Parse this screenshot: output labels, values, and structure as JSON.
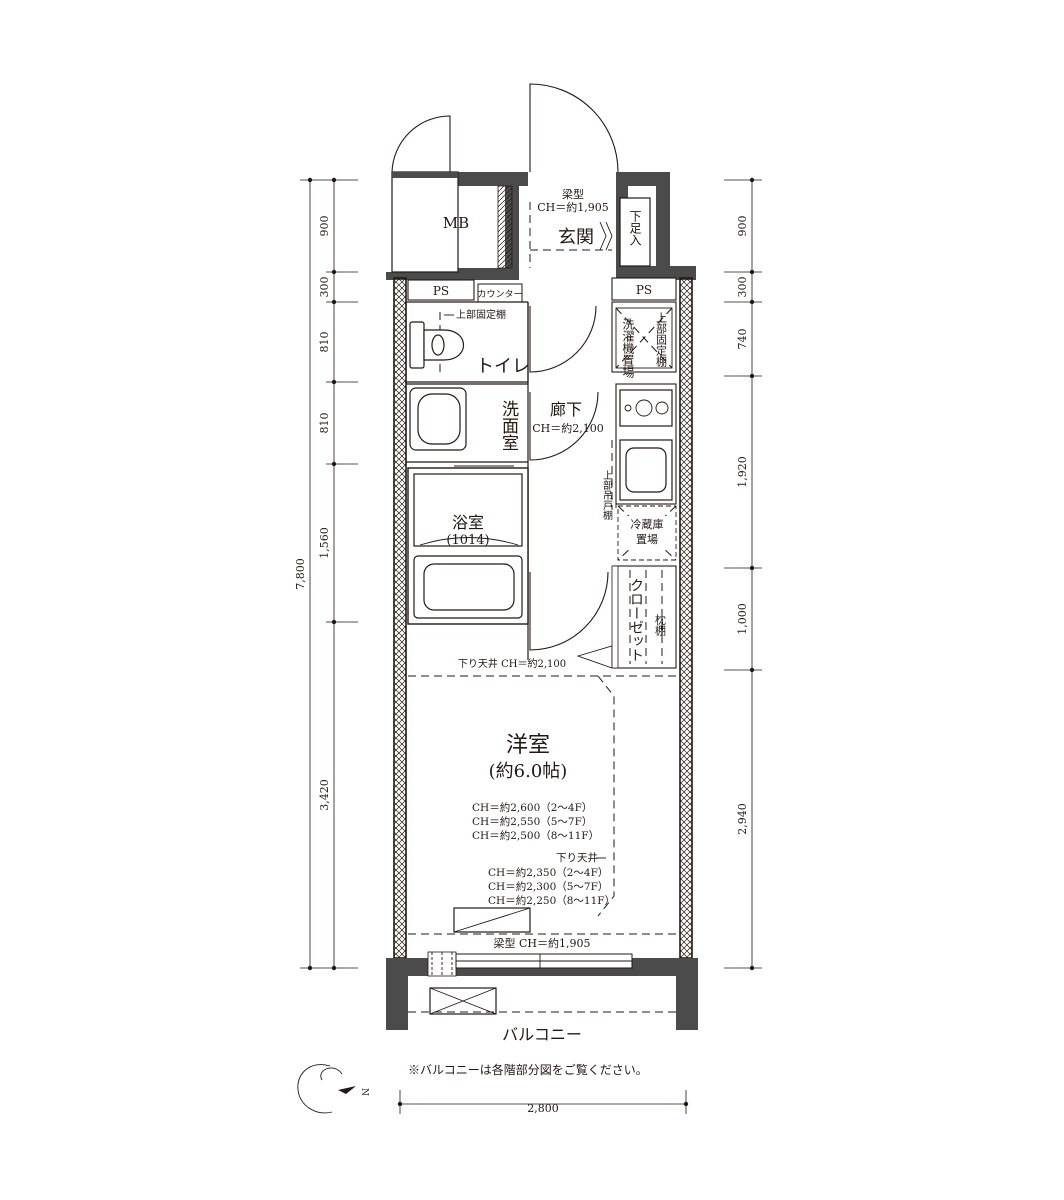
{
  "rooms": {
    "mb": "MB",
    "entrance_beam_1": "梁型",
    "entrance_beam_2": "CH＝約1,905",
    "entrance": "玄関",
    "shoe_cabinet": "下足入",
    "ps_left": "PS",
    "ps_right": "PS",
    "counter": "カウンター",
    "upper_shelf_toilet": "上部固定棚",
    "toilet": "トイレ",
    "upper_shelf_laundry": "上部固定棚",
    "washer_space": "洗濯機置場",
    "washroom": "洗面室",
    "hallway": "廊下",
    "hallway_ch": "CH＝約2,100",
    "upper_hanging_shelf": "上部吊戸棚",
    "bathroom": "浴室",
    "bathroom_size": "(1014)",
    "fridge_space_1": "冷蔵庫",
    "fridge_space_2": "置場",
    "closet": "クローゼット",
    "pillow_shelf": "枕棚",
    "lowered_ceiling_hall": "下り天井 CH＝約2,100",
    "western_room": "洋室",
    "western_room_size": "(約6.0帖)",
    "ch_lines": [
      "CH＝約2,600（2～4F）",
      "CH＝約2,550（5～7F）",
      "CH＝約2,500（8～11F）"
    ],
    "lowered_ceiling_label": "下り天井",
    "lowered_ch_lines": [
      "CH＝約2,350（2～4F）",
      "CH＝約2,300（5～7F）",
      "CH＝約2,250（8～11F）"
    ],
    "beam_window": "梁型 CH＝約1,905",
    "balcony": "バルコニー"
  },
  "dimensions": {
    "left": [
      "900",
      "300",
      "810",
      "810",
      "1,560",
      "3,420"
    ],
    "left_total": "7,800",
    "right": [
      "900",
      "300",
      "740",
      "1,920",
      "1,000",
      "2,940"
    ],
    "bottom": "2,800"
  },
  "note": "※バルコニーは各階部分図をご覧ください。",
  "compass": {
    "label": "N",
    "icon": "north-arrow-icon"
  }
}
